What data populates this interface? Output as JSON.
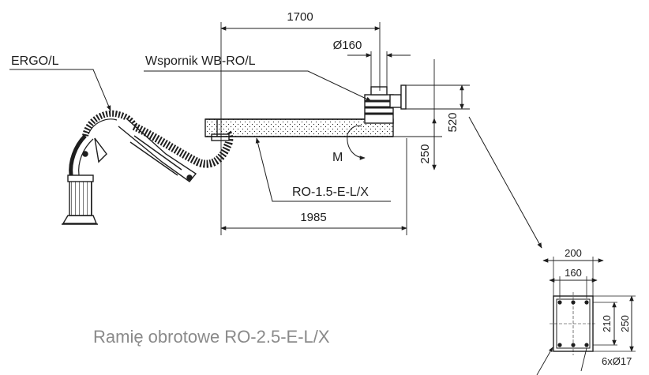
{
  "labels": {
    "ergo": "ERGO/L",
    "bracket": "Wspornik WB-RO/L",
    "arm_model": "RO-1.5-E-L/X",
    "moment": "M",
    "caption": "Ramię obrotowe RO-2.5-E-L/X",
    "holes": "6xØ17"
  },
  "dimensions": {
    "top_span": "1700",
    "diameter": "Ø160",
    "bracket_height": "520",
    "beam_drop": "250",
    "total_reach": "1985",
    "plate_width": "200",
    "hole_spacing_x": "160",
    "hole_spacing_y": "210",
    "plate_height": "250"
  },
  "colors": {
    "line": "#1e1e1e",
    "caption": "#8a8a8a",
    "background": "#ffffff"
  }
}
